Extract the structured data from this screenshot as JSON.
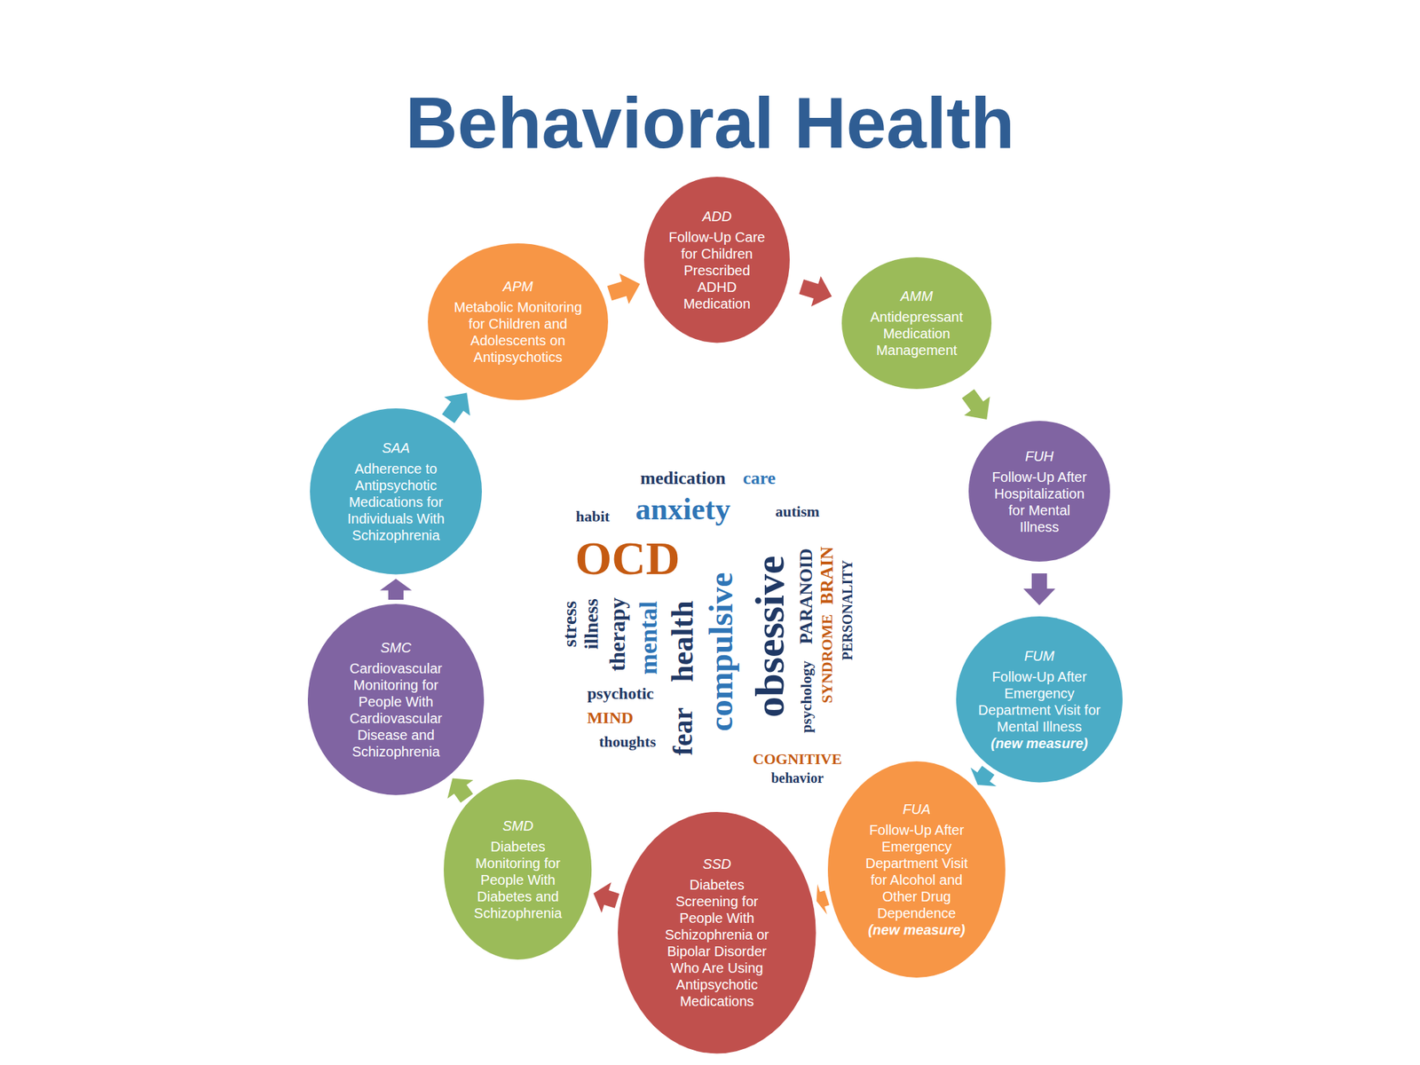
{
  "diagram": {
    "title": "Behavioral Health",
    "nodes": [
      {
        "text": [
          "ADD",
          "Follow-Up Care for Children Prescribed ADHD Medication"
        ]
      },
      {
        "text": [
          "AMM",
          "Antidepressant Medication Management"
        ]
      },
      {
        "text": [
          "FUH",
          "Follow-Up After Hospitalization for Mental Illness"
        ]
      },
      {
        "text": [
          "FUM",
          "Follow-Up After Emergency Department Visit for Mental Illness",
          "(new measure)"
        ]
      },
      {
        "text": [
          "FUA",
          "Follow-Up After Emergency Department Visit for Alcohol and Other Drug Dependence",
          "(new measure)"
        ]
      },
      {
        "text": [
          "SSD",
          "Diabetes Screening for People With Schizophrenia or Bipolar Disorder Who Are Using Antipsychotic Medications"
        ]
      },
      {
        "text": [
          "SMD",
          "Diabetes Monitoring for People With Diabetes and Schizophrenia"
        ]
      },
      {
        "text": [
          "SMC",
          "Cardiovascular Monitoring for People With Cardiovascular Disease and Schizophrenia"
        ]
      },
      {
        "text": [
          "SAA",
          "Adherence to Antipsychotic Medications for Individuals With Schizophrenia"
        ]
      },
      {
        "text": [
          "APM",
          "Metabolic Monitoring for Children and Adolescents on Antipsychotics"
        ]
      }
    ],
    "edges": [
      {
        "from": 0,
        "to": 1,
        "arrow": "to"
      },
      {
        "from": 1,
        "to": 2,
        "arrow": "to"
      },
      {
        "from": 2,
        "to": 3,
        "arrow": "to"
      },
      {
        "from": 3,
        "to": 4,
        "arrow": "to"
      },
      {
        "from": 4,
        "to": 5,
        "arrow": "to"
      },
      {
        "from": 5,
        "to": 6,
        "arrow": "to"
      },
      {
        "from": 6,
        "to": 7,
        "arrow": "to"
      },
      {
        "from": 7,
        "to": 8,
        "arrow": "to"
      },
      {
        "from": 8,
        "to": 9,
        "arrow": "to"
      },
      {
        "from": 9,
        "to": 0,
        "arrow": "to"
      }
    ],
    "labels": [
      "medication",
      "care",
      "anxiety",
      "autism",
      "habit",
      "OCD",
      "stress",
      "illness",
      "therapy",
      "mental",
      "health",
      "compulsive",
      "obsessive",
      "PARANOID",
      "BRAIN",
      "PERSONALITY",
      "SYNDROME",
      "psychology",
      "psychotic",
      "fear",
      "MIND",
      "thoughts",
      "COGNITIVE",
      "behavior"
    ]
  }
}
